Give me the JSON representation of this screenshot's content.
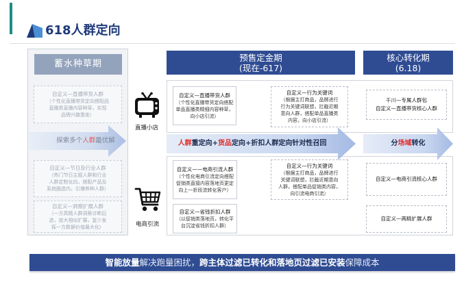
{
  "title": "618人群定向",
  "colors": {
    "title": "#1f3a7a",
    "phase_header": "#2f4c93",
    "seeding_header": "#93a3bc",
    "highlight": "#e02a2a",
    "accent_bar": "#1b8c86",
    "footer": "#2f4c93"
  },
  "icons": {
    "logo": "brand-logo-icon"
  },
  "phases": {
    "seeding": {
      "label": "蓄水种草期"
    },
    "presale": {
      "label": "预售定金期",
      "period": "(现在-617)"
    },
    "core": {
      "label": "核心转化期",
      "period": "(6.18)"
    }
  },
  "seeding": {
    "cards": [
      {
        "title": "自定义—直播带货人群",
        "lines": [
          "（个性化直播带货定向搭配品",
          "直播类直播内容种草，实现",
          "品牌兴趣激发）"
        ]
      },
      {
        "title": "自定义—节日及行业人群",
        "lines": [
          "（热门节日主题人群和行业",
          "人群定制化向，搭配产品及",
          "系统圈选内，引爆养种人群）"
        ]
      },
      {
        "title": "自定义—洞察扩展人群",
        "lines": [
          "（一方高精人群洞察诊断后",
          "选，放大相似扩展，复少发",
          "挥一方数据价值最大化）"
        ]
      }
    ],
    "banner": [
      "探索多个",
      "人群",
      "最优解"
    ]
  },
  "channels": [
    {
      "label": "直播小店",
      "icon": "live-tv-icon"
    },
    {
      "label": "电商引流",
      "icon": "shopping-cart-icon"
    }
  ],
  "live_store": {
    "presale_cards": [
      {
        "title": "自定义—直播带货人群",
        "lines": [
          "（个性化直播带货定向搭配",
          "单品直播类精细内容种草，",
          "向小店引流）"
        ]
      },
      {
        "title": "自定义—行为关键词",
        "lines": [
          "（根据主打商品，品牌进行",
          "行为关键词联想，拦截近期",
          "意向人群，搭配单品直播类",
          "内容，向小店引流）"
        ]
      }
    ],
    "core_card": {
      "lines": [
        "千川—专属人群包",
        "自定义—直播带货核心人群"
      ]
    }
  },
  "recall_banner": [
    "人群",
    "重定向+",
    "货品",
    "定向+折扣人群定向针对性召回"
  ],
  "conversion_banner": [
    "分",
    "场域",
    "转化"
  ],
  "ecommerce": {
    "presale_cards": [
      {
        "title": "自定义——电商引流人群",
        "lines": [
          "（个性化电商引流定向搭配",
          "促销类直接内容落地页更定",
          "向上一折段流转化客户）"
        ]
      },
      {
        "title": "自定义—行为关键词",
        "lines": [
          "（根据主打商品，品牌进行",
          "关键词联想，拦截近期意向",
          "人群，搭配单品促销类内容，",
          "向引流电商引流）"
        ]
      },
      {
        "title": "自定义—省钱折扣人群",
        "lines": [
          "（以促销类落地页，转化平",
          "台沉淀省钱折扣人群）"
        ]
      }
    ],
    "core_cards": [
      {
        "title": "自定义—电商引流核心人群"
      },
      {
        "title": "自定义—两精扩展人群"
      }
    ]
  },
  "footer": [
    "智能放量",
    "解决跑量困扰，",
    "跨主体过滤已转化和落地页过滤已安装",
    "保障成本"
  ]
}
